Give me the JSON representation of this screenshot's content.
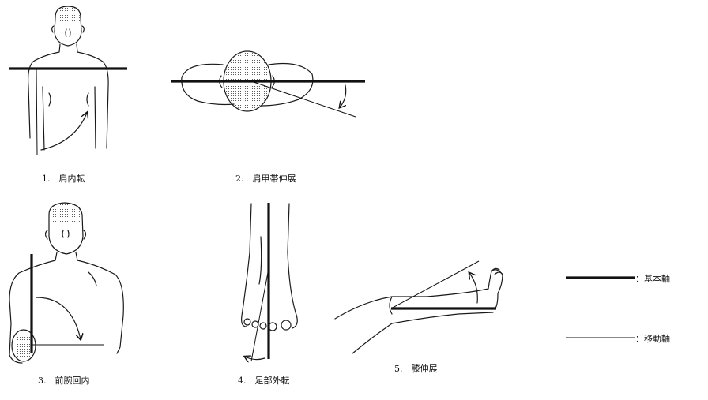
{
  "captions": {
    "fig1": "1.　肩内転",
    "fig2": "2.　肩甲帯伸展",
    "fig3": "3.　前腕回内",
    "fig4": "4.　足部外転",
    "fig5": "5.　膝伸展"
  },
  "legend": {
    "basic_axis": "：基本軸",
    "moving_axis": "：移動軸"
  },
  "colors": {
    "line": "#111111",
    "background": "#ffffff"
  }
}
